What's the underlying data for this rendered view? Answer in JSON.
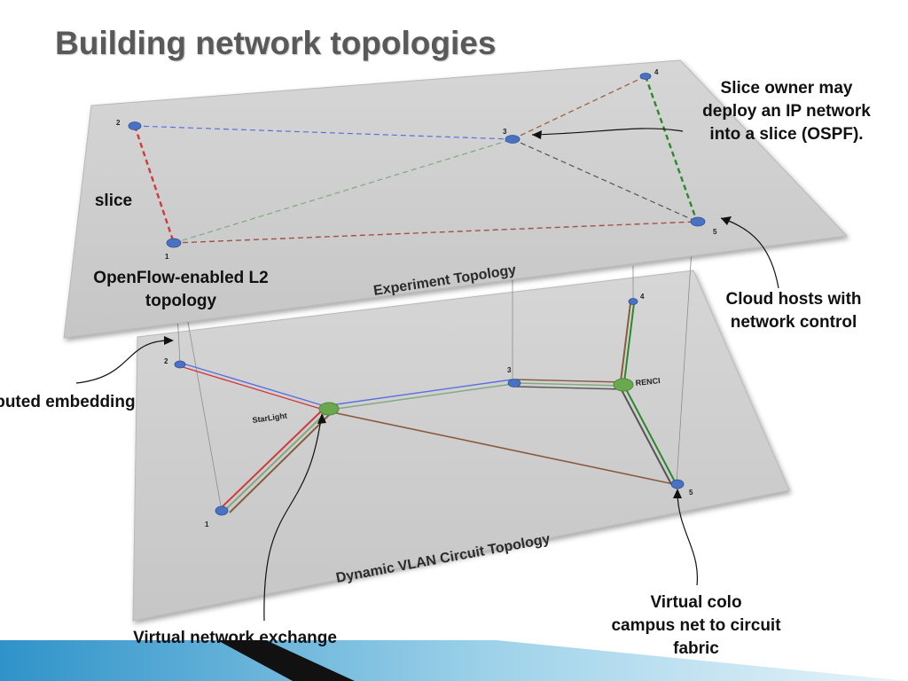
{
  "title": "Building network topologies",
  "experiment_plane": {
    "title": "Experiment Topology",
    "nodes": [
      {
        "id": "1",
        "label": "1"
      },
      {
        "id": "2",
        "label": "2"
      },
      {
        "id": "3",
        "label": "3"
      },
      {
        "id": "4",
        "label": "4"
      },
      {
        "id": "5",
        "label": "5"
      }
    ]
  },
  "circuit_plane": {
    "title": "Dynamic VLAN Circuit Topology",
    "nodes": [
      {
        "id": "1",
        "label": "1"
      },
      {
        "id": "2",
        "label": "2"
      },
      {
        "id": "3",
        "label": "3"
      },
      {
        "id": "4",
        "label": "4"
      },
      {
        "id": "5",
        "label": "5"
      }
    ],
    "sites": [
      {
        "id": "starlight",
        "label": "StarLight"
      },
      {
        "id": "renci",
        "label": "RENCI"
      }
    ]
  },
  "callouts": {
    "slice_owner": "Slice owner may\ndeploy an IP network\ninto a slice (OSPF).",
    "slice": "slice",
    "openflow": "OpenFlow-enabled L2\ntopology",
    "cloud_hosts": "Cloud hosts with\nnetwork control",
    "computed_embedding": "Computed embedding",
    "virtual_network_exchange": "Virtual network exchange",
    "virtual_colo": "Virtual colo\ncampus net to circuit\nfabric"
  },
  "colors": {
    "plane_fill": "#cfcfcf",
    "node_blue": "#4a72c4",
    "site_green": "#69a84f",
    "link_red": "#d03a3a",
    "link_blue": "#5a6fe0",
    "link_green": "#7fa97f",
    "link_brown": "#8a5a3c",
    "link_darkgreen": "#2a8a2a",
    "title_gray": "#595959"
  }
}
